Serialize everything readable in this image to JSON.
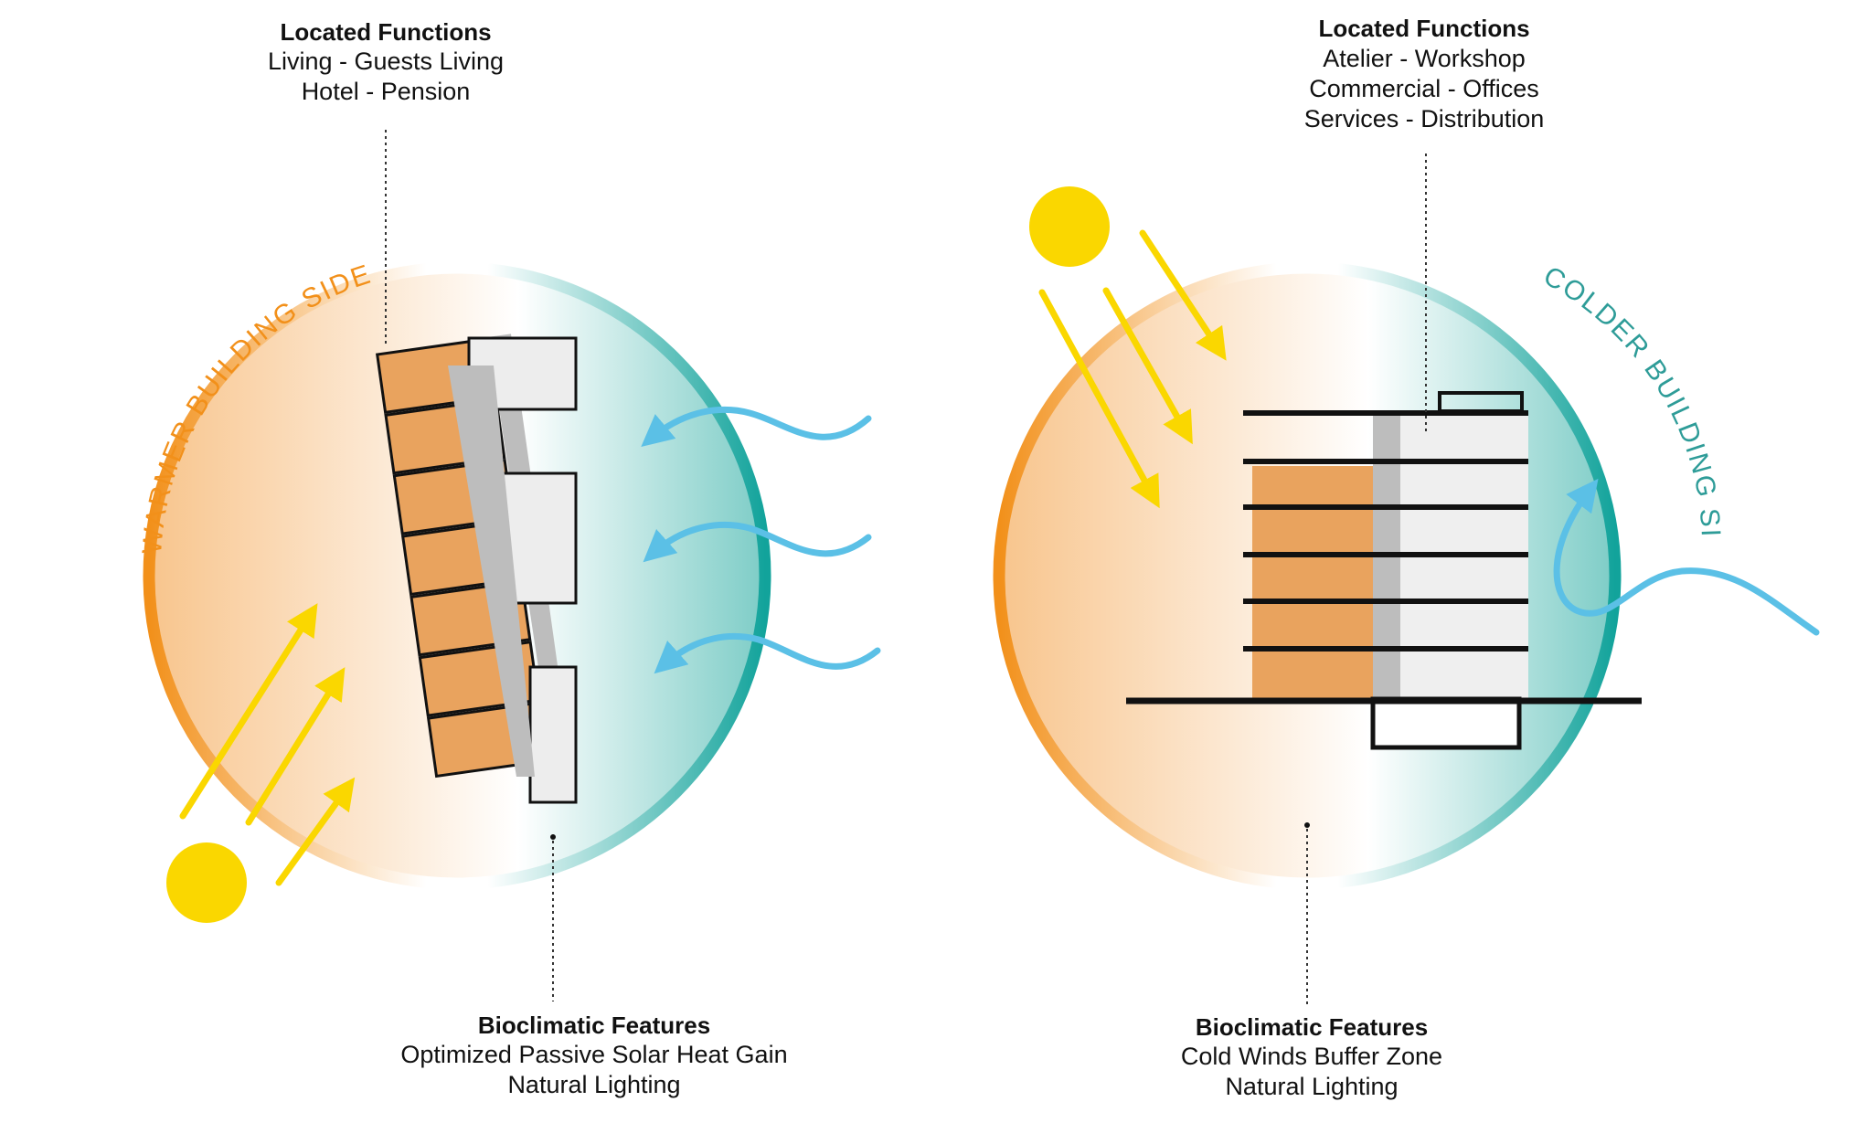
{
  "colors": {
    "warm": "#F29A1F",
    "cold": "#1AA49C",
    "sun": "#FAD700",
    "wind": "#5BC0E6",
    "room": "#E9A35E",
    "corridor": "#BDBDBD",
    "ink": "#111111"
  },
  "left_diagram": {
    "located_functions": {
      "heading": "Located Functions",
      "lines": [
        "Living - Guests Living",
        "Hotel - Pension"
      ]
    },
    "side_label": "WARMER BUILDING SIDE",
    "bioclimatic_features": {
      "heading": "Bioclimatic Features",
      "lines": [
        "Optimized Passive Solar Heat Gain",
        "Natural Lighting"
      ]
    }
  },
  "right_diagram": {
    "located_functions": {
      "heading": "Located Functions",
      "lines": [
        "Atelier - Workshop",
        "Commercial - Offices",
        "Services - Distribution"
      ]
    },
    "side_label": "COLDER BUILDING SIDE",
    "bioclimatic_features": {
      "heading": "Bioclimatic Features",
      "lines": [
        "Cold Winds Buffer Zone",
        "Natural Lighting"
      ]
    }
  }
}
